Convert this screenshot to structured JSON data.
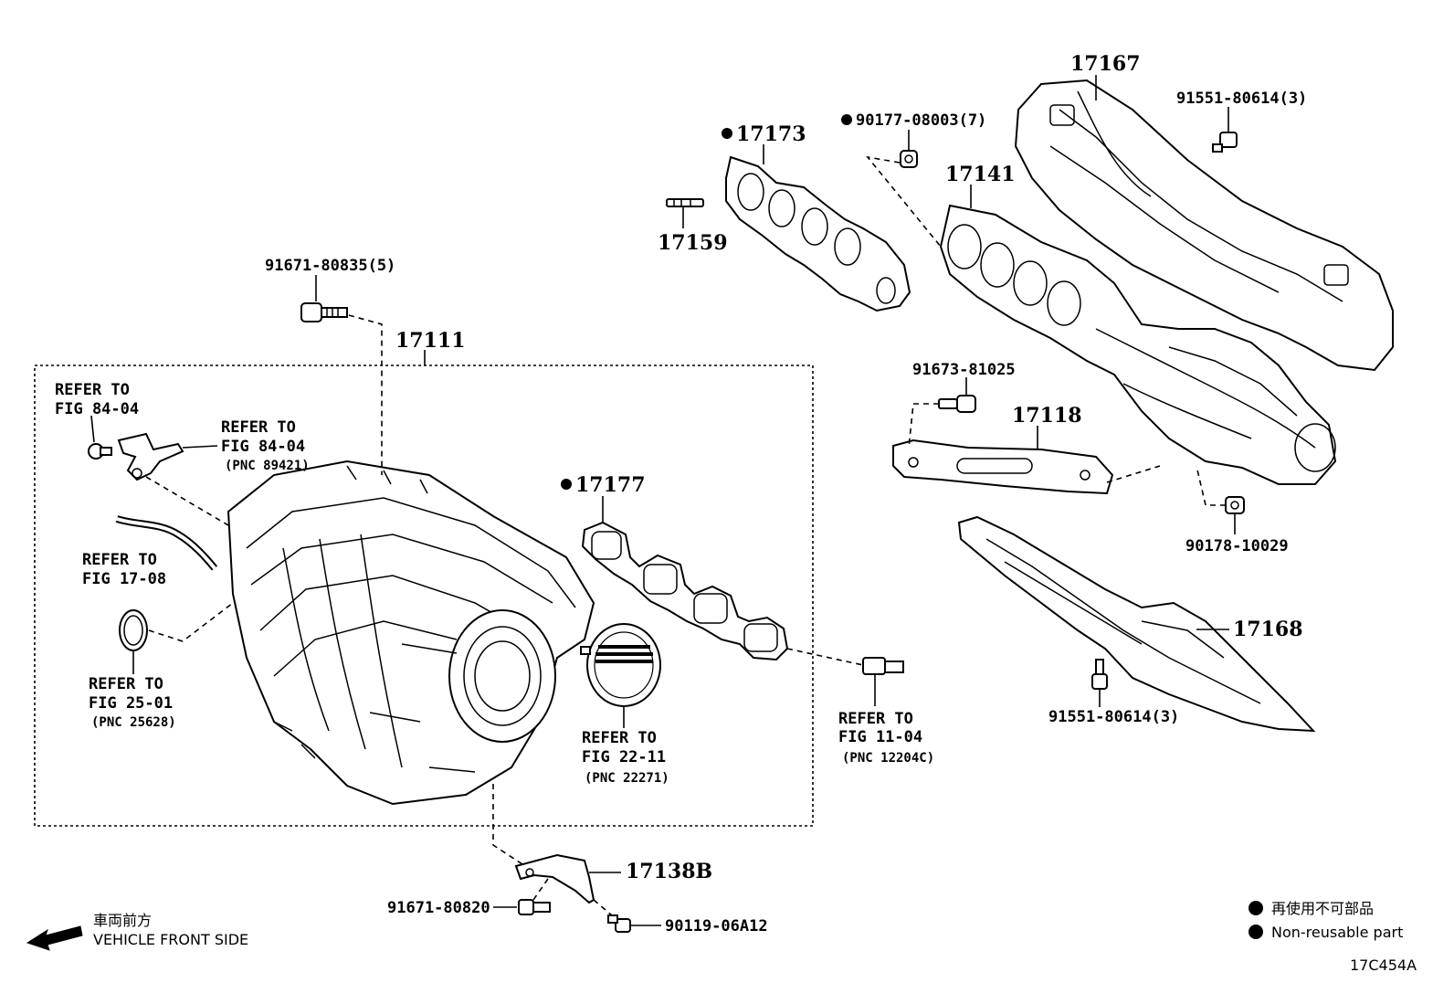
{
  "parts": {
    "p17167": "17167",
    "p91551_top": "91551-80614(3)",
    "p17173": "17173",
    "p90177": "90177-08003(7)",
    "p17141": "17141",
    "p17159": "17159",
    "p91671_80835": "91671-80835(5)",
    "p17111": "17111",
    "p91673": "91673-81025",
    "p17118": "17118",
    "p90178": "90178-10029",
    "p17177": "17177",
    "p17168": "17168",
    "p91551_bot": "91551-80614(3)",
    "p17138B": "17138B",
    "p91671_80820": "91671-80820",
    "p90119": "90119-06A12"
  },
  "refs": {
    "r1_a": "REFER TO",
    "r1_b": "FIG 84-04",
    "r2_a": "REFER TO",
    "r2_b": "FIG 84-04",
    "r2_c": "(PNC 89421)",
    "r3_a": "REFER TO",
    "r3_b": "FIG 17-08",
    "r4_a": "REFER TO",
    "r4_b": "FIG 25-01",
    "r4_c": "(PNC 25628)",
    "r5_a": "REFER TO",
    "r5_b": "FIG 22-11",
    "r5_c": "(PNC 22271)",
    "r6_a": "REFER TO",
    "r6_b": "FIG 11-04",
    "r6_c": "(PNC 12204C)"
  },
  "legend": {
    "jp": "再使用不可部品",
    "en": "Non-reusable part"
  },
  "direction": {
    "jp": "車両前方",
    "en": "VEHICLE FRONT SIDE"
  },
  "figure_code": "17C454A"
}
